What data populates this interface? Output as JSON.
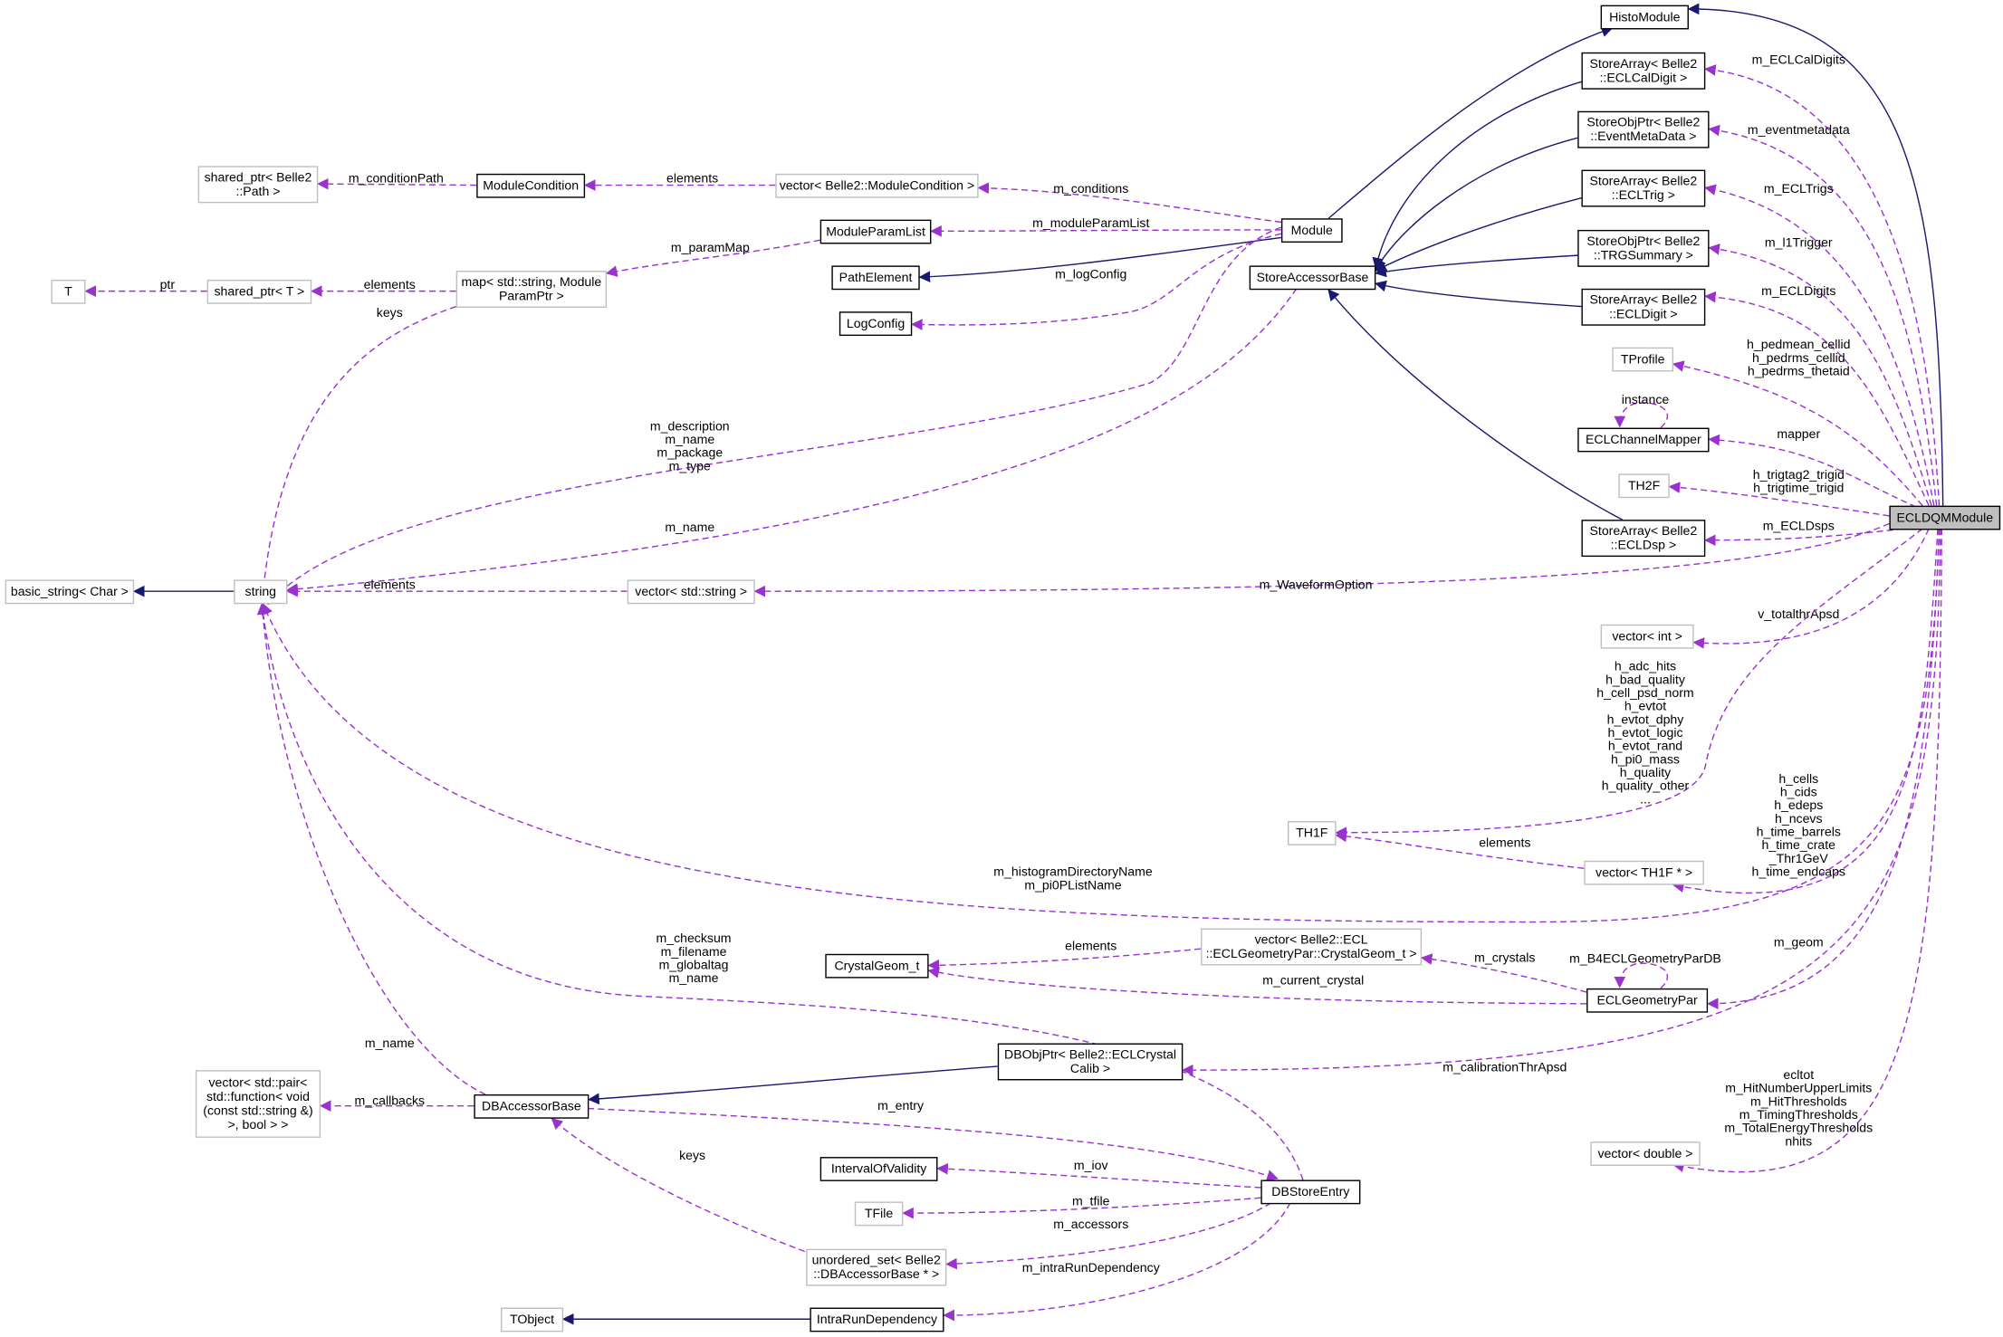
{
  "title": "ECLDQMModule collaboration diagram",
  "colors": {
    "inheritance": "#191970",
    "usage": "#9a32cd",
    "focus_fill": "#bfbfbf",
    "missing_border": "#bfbfbf"
  },
  "nodes": [
    {
      "id": "HistoModule",
      "lines": [
        "HistoModule"
      ],
      "style": "solid"
    },
    {
      "id": "SA_CalDigit",
      "lines": [
        "StoreArray< Belle2",
        "::ECLCalDigit >"
      ],
      "style": "solid"
    },
    {
      "id": "SO_EventMeta",
      "lines": [
        "StoreObjPtr< Belle2",
        "::EventMetaData >"
      ],
      "style": "solid"
    },
    {
      "id": "SA_Trig",
      "lines": [
        "StoreArray< Belle2",
        "::ECLTrig >"
      ],
      "style": "solid"
    },
    {
      "id": "SO_TRG",
      "lines": [
        "StoreObjPtr< Belle2",
        "::TRGSummary >"
      ],
      "style": "solid"
    },
    {
      "id": "SA_Digit",
      "lines": [
        "StoreArray< Belle2",
        "::ECLDigit >"
      ],
      "style": "solid"
    },
    {
      "id": "TProfile",
      "lines": [
        "TProfile"
      ],
      "style": "gray"
    },
    {
      "id": "ECLChannelMapper",
      "lines": [
        "ECLChannelMapper"
      ],
      "style": "solid"
    },
    {
      "id": "TH2F",
      "lines": [
        "TH2F"
      ],
      "style": "gray"
    },
    {
      "id": "SA_Dsp",
      "lines": [
        "StoreArray< Belle2",
        "::ECLDsp >"
      ],
      "style": "solid"
    },
    {
      "id": "ECLDQMModule",
      "lines": [
        "ECLDQMModule"
      ],
      "style": "highlight"
    },
    {
      "id": "vec_int",
      "lines": [
        "vector< int >"
      ],
      "style": "gray"
    },
    {
      "id": "TH1F",
      "lines": [
        "TH1F"
      ],
      "style": "gray"
    },
    {
      "id": "vec_TH1F",
      "lines": [
        "vector< TH1F * >"
      ],
      "style": "gray"
    },
    {
      "id": "ECLGeometryPar",
      "lines": [
        "ECLGeometryPar"
      ],
      "style": "solid"
    },
    {
      "id": "vec_double",
      "lines": [
        "vector< double >"
      ],
      "style": "gray"
    },
    {
      "id": "Module",
      "lines": [
        "Module"
      ],
      "style": "solid"
    },
    {
      "id": "StoreAccessorBase",
      "lines": [
        "StoreAccessorBase"
      ],
      "style": "solid"
    },
    {
      "id": "vec_ModCond",
      "lines": [
        "vector< Belle2::ModuleCondition >"
      ],
      "style": "gray"
    },
    {
      "id": "ModuleCondition",
      "lines": [
        "ModuleCondition"
      ],
      "style": "solid"
    },
    {
      "id": "sp_Path",
      "lines": [
        "shared_ptr< Belle2",
        "::Path >"
      ],
      "style": "gray"
    },
    {
      "id": "ModuleParamList",
      "lines": [
        "ModuleParamList"
      ],
      "style": "solid"
    },
    {
      "id": "PathElement",
      "lines": [
        "PathElement"
      ],
      "style": "solid"
    },
    {
      "id": "LogConfig",
      "lines": [
        "LogConfig"
      ],
      "style": "solid"
    },
    {
      "id": "map_param",
      "lines": [
        "map< std::string, Module",
        "ParamPtr >"
      ],
      "style": "gray"
    },
    {
      "id": "sp_T",
      "lines": [
        "shared_ptr< T >"
      ],
      "style": "gray"
    },
    {
      "id": "T",
      "lines": [
        "T"
      ],
      "style": "gray"
    },
    {
      "id": "string",
      "lines": [
        "string"
      ],
      "style": "gray"
    },
    {
      "id": "basic_string",
      "lines": [
        "basic_string< Char >"
      ],
      "style": "gray"
    },
    {
      "id": "vec_string",
      "lines": [
        "vector< std::string >"
      ],
      "style": "gray"
    },
    {
      "id": "CrystalGeom_t",
      "lines": [
        "CrystalGeom_t"
      ],
      "style": "solid"
    },
    {
      "id": "vec_CrystalGeom",
      "lines": [
        "vector< Belle2::ECL",
        "::ECLGeometryPar::CrystalGeom_t >"
      ],
      "style": "gray"
    },
    {
      "id": "DBObjPtr",
      "lines": [
        "DBObjPtr< Belle2::ECLCrystal",
        "Calib >"
      ],
      "style": "solid"
    },
    {
      "id": "DBAccessorBase",
      "lines": [
        "DBAccessorBase"
      ],
      "style": "solid"
    },
    {
      "id": "vec_pair",
      "lines": [
        "vector< std::pair<",
        "std::function< void",
        "(const std::string &)",
        ">, bool > >"
      ],
      "style": "gray"
    },
    {
      "id": "IntervalOfValidity",
      "lines": [
        "IntervalOfValidity"
      ],
      "style": "solid"
    },
    {
      "id": "DBStoreEntry",
      "lines": [
        "DBStoreEntry"
      ],
      "style": "solid"
    },
    {
      "id": "TFile",
      "lines": [
        "TFile"
      ],
      "style": "gray"
    },
    {
      "id": "unordered_set",
      "lines": [
        "unordered_set< Belle2",
        "::DBAccessorBase * >"
      ],
      "style": "gray"
    },
    {
      "id": "TObject",
      "lines": [
        "TObject"
      ],
      "style": "gray"
    },
    {
      "id": "IntraRunDependency",
      "lines": [
        "IntraRunDependency"
      ],
      "style": "solid"
    }
  ],
  "edges": [
    {
      "from": "ECLDQMModule",
      "to": "HistoModule",
      "kind": "inherit",
      "label": []
    },
    {
      "from": "Module",
      "to": "HistoModule",
      "kind": "inherit",
      "label": []
    },
    {
      "from": "SA_CalDigit",
      "to": "StoreAccessorBase",
      "kind": "inherit",
      "label": []
    },
    {
      "from": "SO_EventMeta",
      "to": "StoreAccessorBase",
      "kind": "inherit",
      "label": []
    },
    {
      "from": "SA_Trig",
      "to": "StoreAccessorBase",
      "kind": "inherit",
      "label": []
    },
    {
      "from": "SO_TRG",
      "to": "StoreAccessorBase",
      "kind": "inherit",
      "label": []
    },
    {
      "from": "SA_Digit",
      "to": "StoreAccessorBase",
      "kind": "inherit",
      "label": []
    },
    {
      "from": "SA_Dsp",
      "to": "StoreAccessorBase",
      "kind": "inherit",
      "label": []
    },
    {
      "from": "Module",
      "to": "PathElement",
      "kind": "inherit",
      "label": []
    },
    {
      "from": "string",
      "to": "basic_string",
      "kind": "inherit",
      "label": []
    },
    {
      "from": "DBObjPtr",
      "to": "DBAccessorBase",
      "kind": "inherit",
      "label": []
    },
    {
      "from": "IntraRunDependency",
      "to": "TObject",
      "kind": "inherit",
      "label": []
    },
    {
      "from": "ECLDQMModule",
      "to": "SA_CalDigit",
      "kind": "use",
      "label": [
        "m_ECLCalDigits"
      ]
    },
    {
      "from": "ECLDQMModule",
      "to": "SO_EventMeta",
      "kind": "use",
      "label": [
        "m_eventmetadata"
      ]
    },
    {
      "from": "ECLDQMModule",
      "to": "SA_Trig",
      "kind": "use",
      "label": [
        "m_ECLTrigs"
      ]
    },
    {
      "from": "ECLDQMModule",
      "to": "SO_TRG",
      "kind": "use",
      "label": [
        "m_l1Trigger"
      ]
    },
    {
      "from": "ECLDQMModule",
      "to": "SA_Digit",
      "kind": "use",
      "label": [
        "m_ECLDigits"
      ]
    },
    {
      "from": "ECLDQMModule",
      "to": "TProfile",
      "kind": "use",
      "label": [
        "h_pedmean_cellid",
        "h_pedrms_cellid",
        "h_pedrms_thetaid"
      ]
    },
    {
      "from": "ECLDQMModule",
      "to": "ECLChannelMapper",
      "kind": "use",
      "label": [
        "mapper"
      ]
    },
    {
      "from": "ECLDQMModule",
      "to": "TH2F",
      "kind": "use",
      "label": [
        "h_trigtag2_trigid",
        "h_trigtime_trigid"
      ]
    },
    {
      "from": "ECLDQMModule",
      "to": "SA_Dsp",
      "kind": "use",
      "label": [
        "m_ECLDsps"
      ]
    },
    {
      "from": "ECLDQMModule",
      "to": "vec_string",
      "kind": "use",
      "label": [
        "m_WaveformOption"
      ]
    },
    {
      "from": "ECLDQMModule",
      "to": "vec_int",
      "kind": "use",
      "label": [
        "v_totalthrApsd"
      ]
    },
    {
      "from": "ECLDQMModule",
      "to": "TH1F",
      "kind": "use",
      "label": [
        "h_adc_hits",
        "h_bad_quality",
        "h_cell_psd_norm",
        "h_evtot",
        "h_evtot_dphy",
        "h_evtot_logic",
        "h_evtot_rand",
        "h_pi0_mass",
        "h_quality",
        "h_quality_other",
        "..."
      ]
    },
    {
      "from": "ECLDQMModule",
      "to": "vec_TH1F",
      "kind": "use",
      "label": [
        "h_cells",
        "h_cids",
        "h_edeps",
        "h_ncevs",
        "h_time_barrels",
        "h_time_crate",
        "_Thr1GeV",
        "h_time_endcaps"
      ]
    },
    {
      "from": "ECLDQMModule",
      "to": "string",
      "kind": "use",
      "label": [
        "m_histogramDirectoryName",
        "m_pi0PListName"
      ]
    },
    {
      "from": "ECLDQMModule",
      "to": "ECLGeometryPar",
      "kind": "use",
      "label": [
        "m_geom"
      ]
    },
    {
      "from": "ECLDQMModule",
      "to": "DBObjPtr",
      "kind": "use",
      "label": [
        "m_calibrationThrApsd"
      ]
    },
    {
      "from": "ECLDQMModule",
      "to": "vec_double",
      "kind": "use",
      "label": [
        "ecltot",
        "m_HitNumberUpperLimits",
        "m_HitThresholds",
        "m_TimingThresholds",
        "m_TotalEnergyThresholds",
        "nhits"
      ]
    },
    {
      "from": "vec_TH1F",
      "to": "TH1F",
      "kind": "use",
      "label": [
        "elements"
      ]
    },
    {
      "from": "Module",
      "to": "string",
      "kind": "use",
      "label": [
        "m_description",
        "m_name",
        "m_package",
        "m_type"
      ]
    },
    {
      "from": "StoreAccessorBase",
      "to": "string",
      "kind": "use",
      "label": [
        "m_name"
      ]
    },
    {
      "from": "Module",
      "to": "vec_ModCond",
      "kind": "use",
      "label": [
        "m_conditions"
      ]
    },
    {
      "from": "Module",
      "to": "ModuleParamList",
      "kind": "use",
      "label": [
        "m_moduleParamList"
      ]
    },
    {
      "from": "Module",
      "to": "LogConfig",
      "kind": "use",
      "label": [
        "m_logConfig"
      ]
    },
    {
      "from": "vec_ModCond",
      "to": "ModuleCondition",
      "kind": "use",
      "label": [
        "elements"
      ]
    },
    {
      "from": "ModuleCondition",
      "to": "sp_Path",
      "kind": "use",
      "label": [
        "m_conditionPath"
      ]
    },
    {
      "from": "ModuleParamList",
      "to": "map_param",
      "kind": "use",
      "label": [
        "m_paramMap"
      ]
    },
    {
      "from": "map_param",
      "to": "sp_T",
      "kind": "use",
      "label": [
        "elements"
      ]
    },
    {
      "from": "sp_T",
      "to": "T",
      "kind": "use",
      "label": [
        "ptr"
      ]
    },
    {
      "from": "map_param",
      "to": "string",
      "kind": "use",
      "label": [
        "keys"
      ]
    },
    {
      "from": "vec_string",
      "to": "string",
      "kind": "use",
      "label": [
        "elements"
      ]
    },
    {
      "from": "vec_CrystalGeom",
      "to": "CrystalGeom_t",
      "kind": "use",
      "label": [
        "elements"
      ]
    },
    {
      "from": "ECLGeometryPar",
      "to": "vec_CrystalGeom",
      "kind": "use",
      "label": [
        "m_crystals"
      ]
    },
    {
      "from": "ECLGeometryPar",
      "to": "CrystalGeom_t",
      "kind": "use",
      "label": [
        "m_current_crystal"
      ]
    },
    {
      "from": "ECLGeometryPar",
      "to": "ECLGeometryPar",
      "kind": "use",
      "label": [
        "m_B4ECLGeometryParDB"
      ]
    },
    {
      "from": "ECLChannelMapper",
      "to": "ECLChannelMapper",
      "kind": "use",
      "label": [
        "instance"
      ]
    },
    {
      "from": "DBAccessorBase",
      "to": "string",
      "kind": "use",
      "label": [
        "m_name"
      ]
    },
    {
      "from": "DBStoreEntry",
      "to": "string",
      "kind": "use",
      "label": [
        "m_checksum",
        "m_filename",
        "m_globaltag",
        "m_name"
      ]
    },
    {
      "from": "DBAccessorBase",
      "to": "vec_pair",
      "kind": "use",
      "label": [
        "m_callbacks"
      ]
    },
    {
      "from": "DBAccessorBase",
      "to": "DBStoreEntry",
      "kind": "use",
      "label": [
        "m_entry"
      ]
    },
    {
      "from": "DBStoreEntry",
      "to": "IntervalOfValidity",
      "kind": "use",
      "label": [
        "m_iov"
      ]
    },
    {
      "from": "DBStoreEntry",
      "to": "TFile",
      "kind": "use",
      "label": [
        "m_tfile"
      ]
    },
    {
      "from": "DBStoreEntry",
      "to": "unordered_set",
      "kind": "use",
      "label": [
        "m_accessors"
      ]
    },
    {
      "from": "unordered_set",
      "to": "DBAccessorBase",
      "kind": "use",
      "label": [
        "keys"
      ]
    },
    {
      "from": "DBStoreEntry",
      "to": "IntraRunDependency",
      "kind": "use",
      "label": [
        "m_intraRunDependency"
      ]
    }
  ]
}
